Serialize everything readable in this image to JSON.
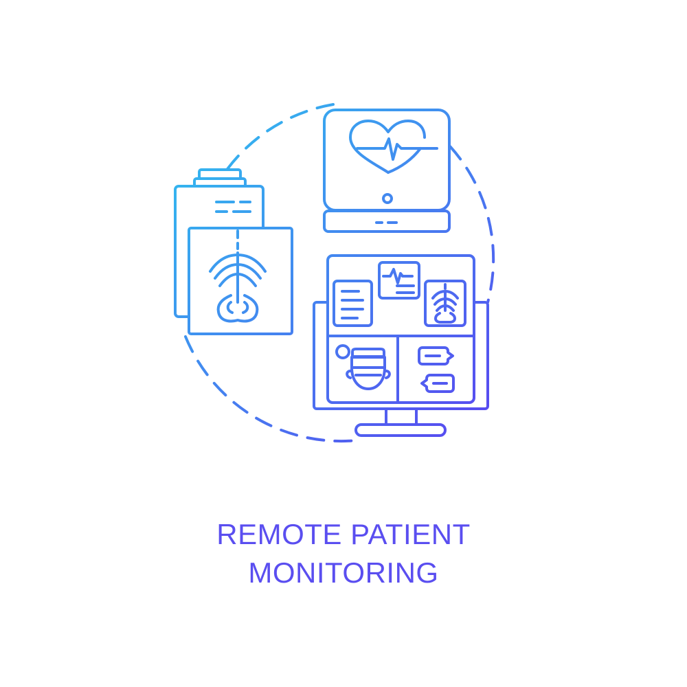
{
  "caption": {
    "line1": "REMOTE PATIENT",
    "line2": "MONITORING"
  },
  "icons": [
    "dashed-circle-frame",
    "vital-signs-monitor-icon",
    "heart-pulse-icon",
    "medical-chart-clipboard-icon",
    "xray-film-icon",
    "telehealth-desktop-icon",
    "doctor-video-avatar-icon",
    "chat-bubbles-icon",
    "ecg-card-icon",
    "document-card-icon",
    "xray-card-icon"
  ],
  "colors": {
    "gradient_start": "#2fc4ef",
    "gradient_end": "#5b3ff0",
    "caption": "#5a4ef0",
    "background": "#ffffff"
  }
}
